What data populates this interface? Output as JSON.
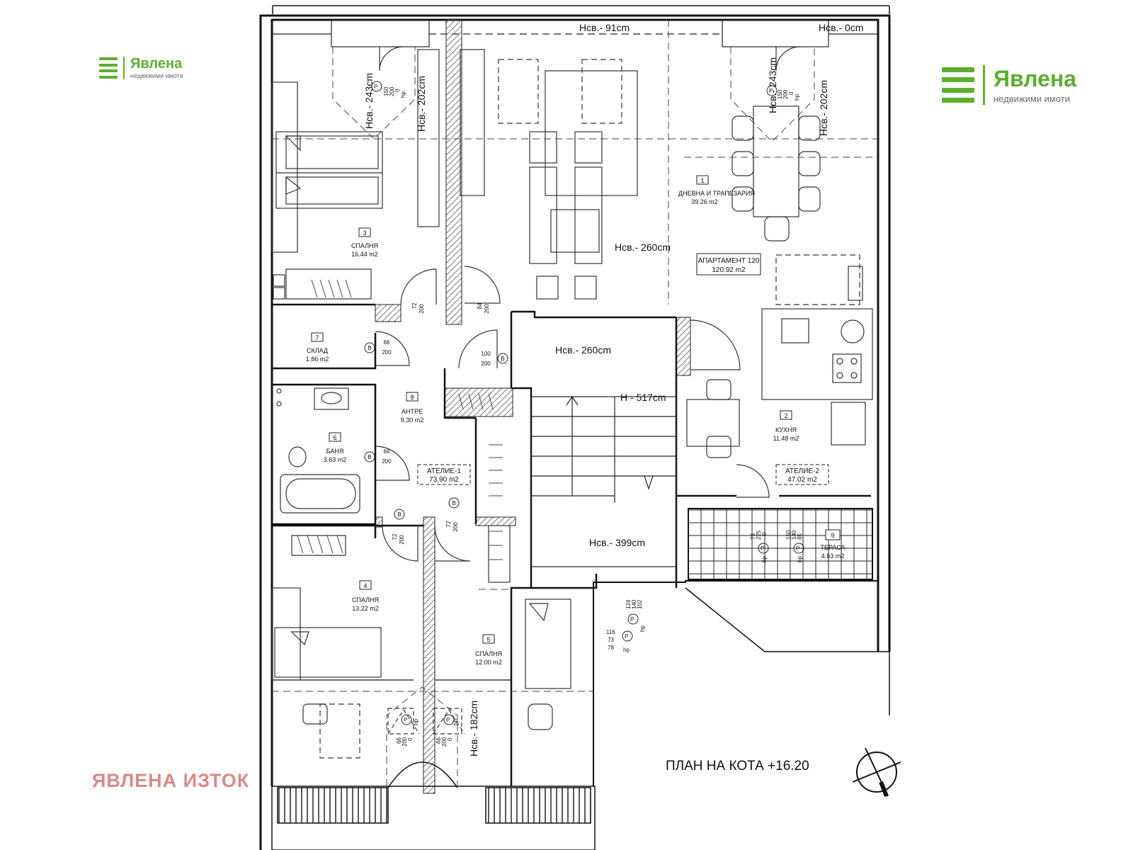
{
  "brand": {
    "name": "Явлена",
    "subtitle": "недвижими имоти",
    "color": "#5cae2e"
  },
  "watermark": "ЯВЛЕНА ИЗТОК",
  "plan_title": "ПЛАН НА КОТА  +16.20",
  "rooms": [
    {
      "id": "room-1",
      "number": "1",
      "name": "ДНЕВНА И ТРАПЕЗАРИЯ",
      "area": "39.26 m2"
    },
    {
      "id": "room-2",
      "number": "2",
      "name": "КУХНЯ",
      "area": "11.48 m2"
    },
    {
      "id": "room-3",
      "number": "3",
      "name": "СПАЛНЯ",
      "area": "16.44 m2"
    },
    {
      "id": "room-4",
      "number": "4",
      "name": "СПАЛНЯ",
      "area": "13.22 m2"
    },
    {
      "id": "room-5",
      "number": "5",
      "name": "СПАЛНЯ",
      "area": "12.00 m2"
    },
    {
      "id": "room-6",
      "number": "6",
      "name": "БАНЯ",
      "area": "3.63 m2"
    },
    {
      "id": "room-7",
      "number": "7",
      "name": "СКЛАД",
      "area": "1.86 m2"
    },
    {
      "id": "room-8",
      "number": "8",
      "name": "АНТРЕ",
      "area": "9.30 m2"
    },
    {
      "id": "room-9",
      "number": "9",
      "name": "ТЕРАСА",
      "area": "4.63 m2"
    }
  ],
  "apartment": {
    "name": "АПАРТАМЕНТ 120",
    "area": "120.92 m2"
  },
  "ateliers": [
    {
      "name": "АТЕЛИЕ-1",
      "area": "73.90 m2"
    },
    {
      "name": "АТЕЛИЕ-2",
      "area": "47.02 m2"
    }
  ],
  "heights": {
    "top_91": "Нсв.- 91cm",
    "top_0": "Нсв.- 0cm",
    "left_243": "Нсв.- 243cm",
    "left_202": "Нсв.- 202cm",
    "right_243": "Нсв.- 243cm",
    "right_202": "Нсв.- 202cm",
    "mid_260": "Нсв.- 260cm",
    "stair_260": "Нсв.- 260cm",
    "stair_h": "H - 517cm",
    "stair_399": "Нсв.- 399cm",
    "bottom_182": "Нсв.- 182cm"
  },
  "door_tags": [
    {
      "letter": "B",
      "w": "66",
      "h": "200"
    },
    {
      "letter": "B",
      "w": "66",
      "h": "200"
    },
    {
      "letter": "B",
      "w": "100",
      "h": "200"
    },
    {
      "letter": "B",
      "w": "72",
      "h": "200"
    },
    {
      "letter": "B",
      "w": "72",
      "h": "200"
    }
  ],
  "door_dims": {
    "d1": [
      "72",
      "200"
    ],
    "d2": [
      "84",
      "200"
    ]
  },
  "window_tags": [
    {
      "letter": "P",
      "lines": [
        "150",
        "200",
        "0",
        "hp"
      ]
    },
    {
      "letter": "P",
      "lines": [
        "150",
        "200",
        "0",
        "hp"
      ]
    },
    {
      "letter": "P",
      "lines": [
        "73",
        "225",
        "0",
        "hp"
      ]
    },
    {
      "letter": "P",
      "lines": [
        "150",
        "140",
        "85",
        "hp"
      ]
    },
    {
      "letter": "P",
      "lines": [
        "124",
        "140",
        "102",
        "hp"
      ]
    },
    {
      "letter": "P",
      "lines": [
        "116",
        "73",
        "78",
        "hp"
      ]
    },
    {
      "letter": "P",
      "lines": [
        "66",
        "200",
        "0",
        "hp"
      ]
    },
    {
      "letter": "P",
      "lines": [
        "66",
        "200",
        "0",
        "hp"
      ]
    }
  ]
}
